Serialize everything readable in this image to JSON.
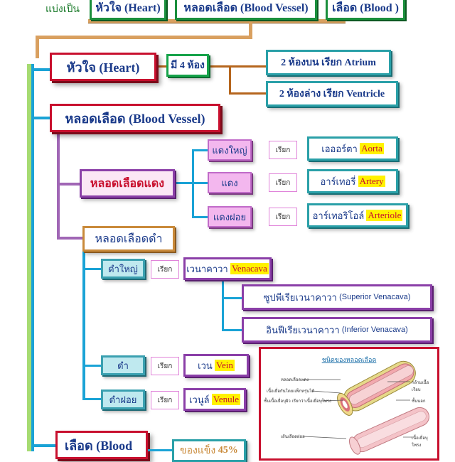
{
  "top": {
    "prefix": "แบ่งเป็น",
    "items": [
      "หัวใจ (Heart)",
      "หลอดเลือด (Blood Vessel)",
      "เลือด (Blood )"
    ]
  },
  "heart": {
    "title": "หัวใจ (Heart)",
    "rooms": "มี 4 ห้อง",
    "upper": "2 ห้องบน  เรียก  Atrium",
    "lower": "2 ห้องล่าง  เรียก Ventricle"
  },
  "vessel": {
    "title": "หลอดเลือด (Blood  Vessel)",
    "artery": {
      "title": "หลอดเลือดแดง",
      "call": "เรียก",
      "rows": [
        {
          "label": "แดงใหญ่",
          "thai": "เอออร์ตา",
          "en": "Aorta"
        },
        {
          "label": "แดง",
          "thai": "อาร์เทอรี่",
          "en": "Artery"
        },
        {
          "label": "แดงฝอย",
          "thai": "อาร์เทอริโอล์",
          "en": "Arteriole"
        }
      ]
    },
    "vein": {
      "title": "หลอดเลือดดำ",
      "call": "เรียก",
      "large": {
        "label": "ดำใหญ่",
        "thai": "เวนาคาวา",
        "en": "Venacava"
      },
      "superior": {
        "thai": "ซูปพีเรียเวนาคาวา",
        "en": "(Superior  Venacava)"
      },
      "inferior": {
        "thai": "อินฟีเรียเวนาคาวา",
        "en": "(Inferior  Venacava)"
      },
      "mid": {
        "label": "ดำ",
        "thai": "เวน",
        "en": "Vein"
      },
      "small": {
        "label": "ดำฝอย",
        "thai": "เวนูล์",
        "en": "Venule"
      }
    }
  },
  "figure": {
    "title": "ชนิดของหลอดเลือด",
    "labels_left": [
      "หลอดเลือดแดง",
      "เนื้อเยื่อกันโดยเเพ็กหรุ่นได้",
      "ชั้นเนื้อเยื่อบุผิว เรียกว่าเนื้อเยื่อบุโพรง",
      "เส้นเลือดฝอย"
    ],
    "labels_right": [
      "กล้ามเนื้อเรียบ",
      "ชั้นนอก",
      "เนื้อเยื่อบุโพรง"
    ]
  },
  "blood": {
    "title": "เลือด (Blood",
    "solid": "ของแข็ง",
    "percent": "45%"
  },
  "colors": {
    "trunk_green": "#9bd66a",
    "trunk_blue": "#1aa3d6",
    "orange_line": "#e0a35a",
    "brown_line": "#b5651d",
    "purple_line": "#a066b5"
  }
}
